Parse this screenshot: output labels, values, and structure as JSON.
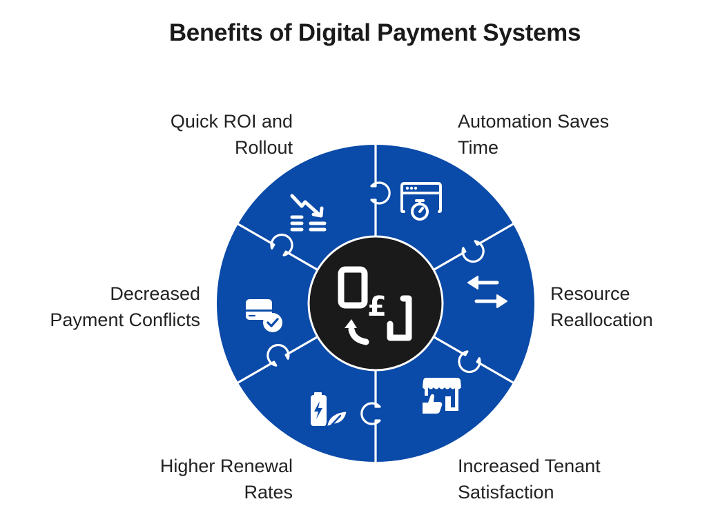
{
  "title": "Benefits of Digital Payment Systems",
  "colors": {
    "segment_fill": "#0a4aa8",
    "center_fill": "#1a1a1a",
    "divider": "#ffffff",
    "icon": "#ffffff",
    "text": "#222222"
  },
  "center": {
    "icon": "mobile-pound-payment-exchange-icon"
  },
  "benefits": [
    {
      "id": "quick-roi",
      "line1": "Quick ROI and",
      "line2": "Rollout",
      "icon": "downtrend-coins-icon",
      "position": "upper-left"
    },
    {
      "id": "automation",
      "line1": "Automation Saves",
      "line2": "Time",
      "icon": "browser-stopwatch-icon",
      "position": "upper-right"
    },
    {
      "id": "resource",
      "line1": "Resource",
      "line2": "Reallocation",
      "icon": "swap-arrows-icon",
      "position": "right"
    },
    {
      "id": "tenant",
      "line1": "Increased Tenant",
      "line2": "Satisfaction",
      "icon": "store-thumbs-up-icon",
      "position": "lower-right"
    },
    {
      "id": "renewal",
      "line1": "Higher Renewal",
      "line2": "Rates",
      "icon": "battery-leaf-icon",
      "position": "lower-left"
    },
    {
      "id": "conflicts",
      "line1": "Decreased",
      "line2": "Payment Conflicts",
      "icon": "card-check-icon",
      "position": "left"
    }
  ]
}
